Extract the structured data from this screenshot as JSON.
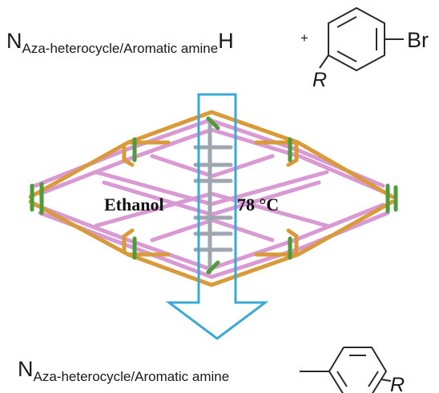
{
  "reactant": {
    "n_symbol": "N",
    "n_subscript": "Aza-heterocycle/Aromatic amine",
    "h_symbol": "H",
    "plus": "+",
    "br_symbol": "Br",
    "r_group": "R"
  },
  "framework": {
    "solvent_label": "Ethanol",
    "temperature_label": "78 °C"
  },
  "product": {
    "n_symbol": "N",
    "n_subscript": "Aza-heterocycle/Aromatic amine",
    "r_group": "R"
  },
  "colors": {
    "arrow_outline": "#3aa9d6",
    "strut_orange": "#d99a3a",
    "strut_pink": "#d99ad3",
    "strut_green": "#4e9a3c",
    "strut_grey": "#9ea6b0"
  }
}
